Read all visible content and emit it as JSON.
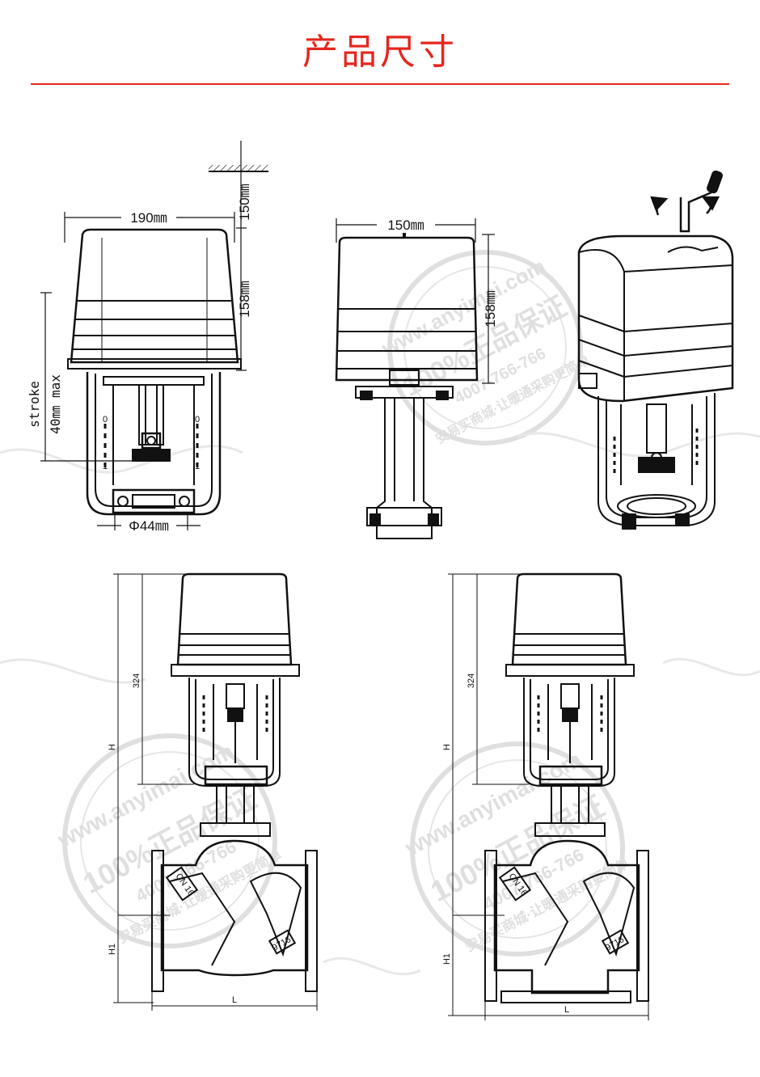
{
  "page_title": "产品尺寸",
  "colors": {
    "accent": "#e5261f",
    "line": "#111111",
    "watermark": "#dcdcdc"
  },
  "watermark": {
    "site": "www.anyimai.com",
    "badge": "100%正品保证",
    "phone": "4007-766-766",
    "slogan": "安易买商城·让暖通采购更简单"
  },
  "front_view": {
    "width_label": "190㎜",
    "top_clearance_label": "150㎜",
    "height_label": "158㎜",
    "stroke_label": "stroke",
    "stroke_max_label": "40㎜ max",
    "shaft_label": "Φ44㎜",
    "scale_top": "0",
    "scale_bottom": "1"
  },
  "side_view": {
    "width_label": "150㎜",
    "height_label": "158㎜"
  },
  "valve_view_left": {
    "actuator_height": "324",
    "total_height": "H",
    "lower_height": "H1",
    "length": "L",
    "body_marks": [
      "CN 16",
      "9716"
    ]
  },
  "valve_view_right": {
    "actuator_height": "324",
    "total_height": "H",
    "lower_height": "H1",
    "length": "L",
    "body_marks": [
      "CN 16",
      "9716"
    ]
  }
}
